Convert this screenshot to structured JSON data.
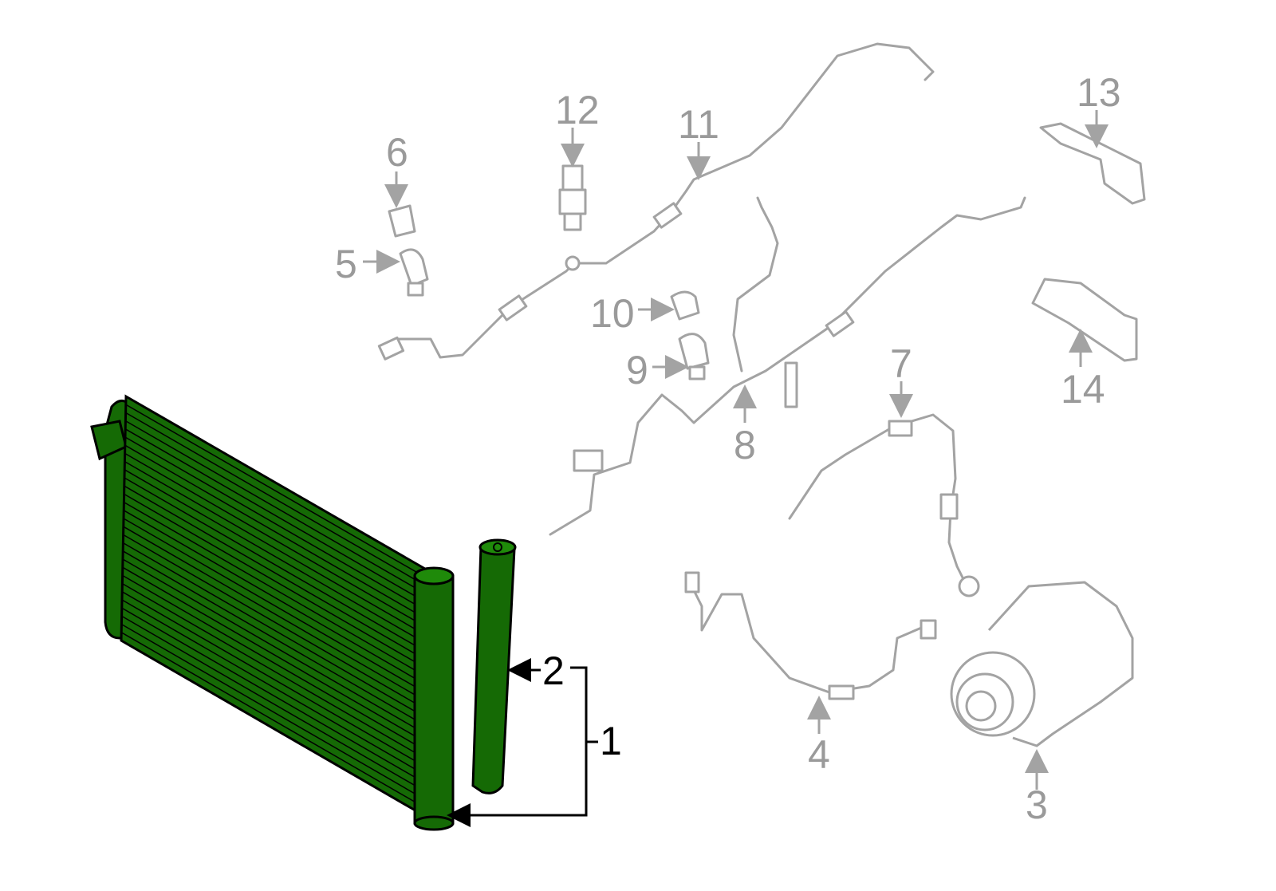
{
  "diagram": {
    "highlight_color": "#156a05",
    "part_color": "#a3a3a3",
    "callouts": {
      "c1": "1",
      "c2": "2",
      "c3": "3",
      "c4": "4",
      "c5": "5",
      "c6": "6",
      "c7": "7",
      "c8": "8",
      "c9": "9",
      "c10": "10",
      "c11": "11",
      "c12": "12",
      "c13": "13",
      "c14": "14"
    }
  }
}
